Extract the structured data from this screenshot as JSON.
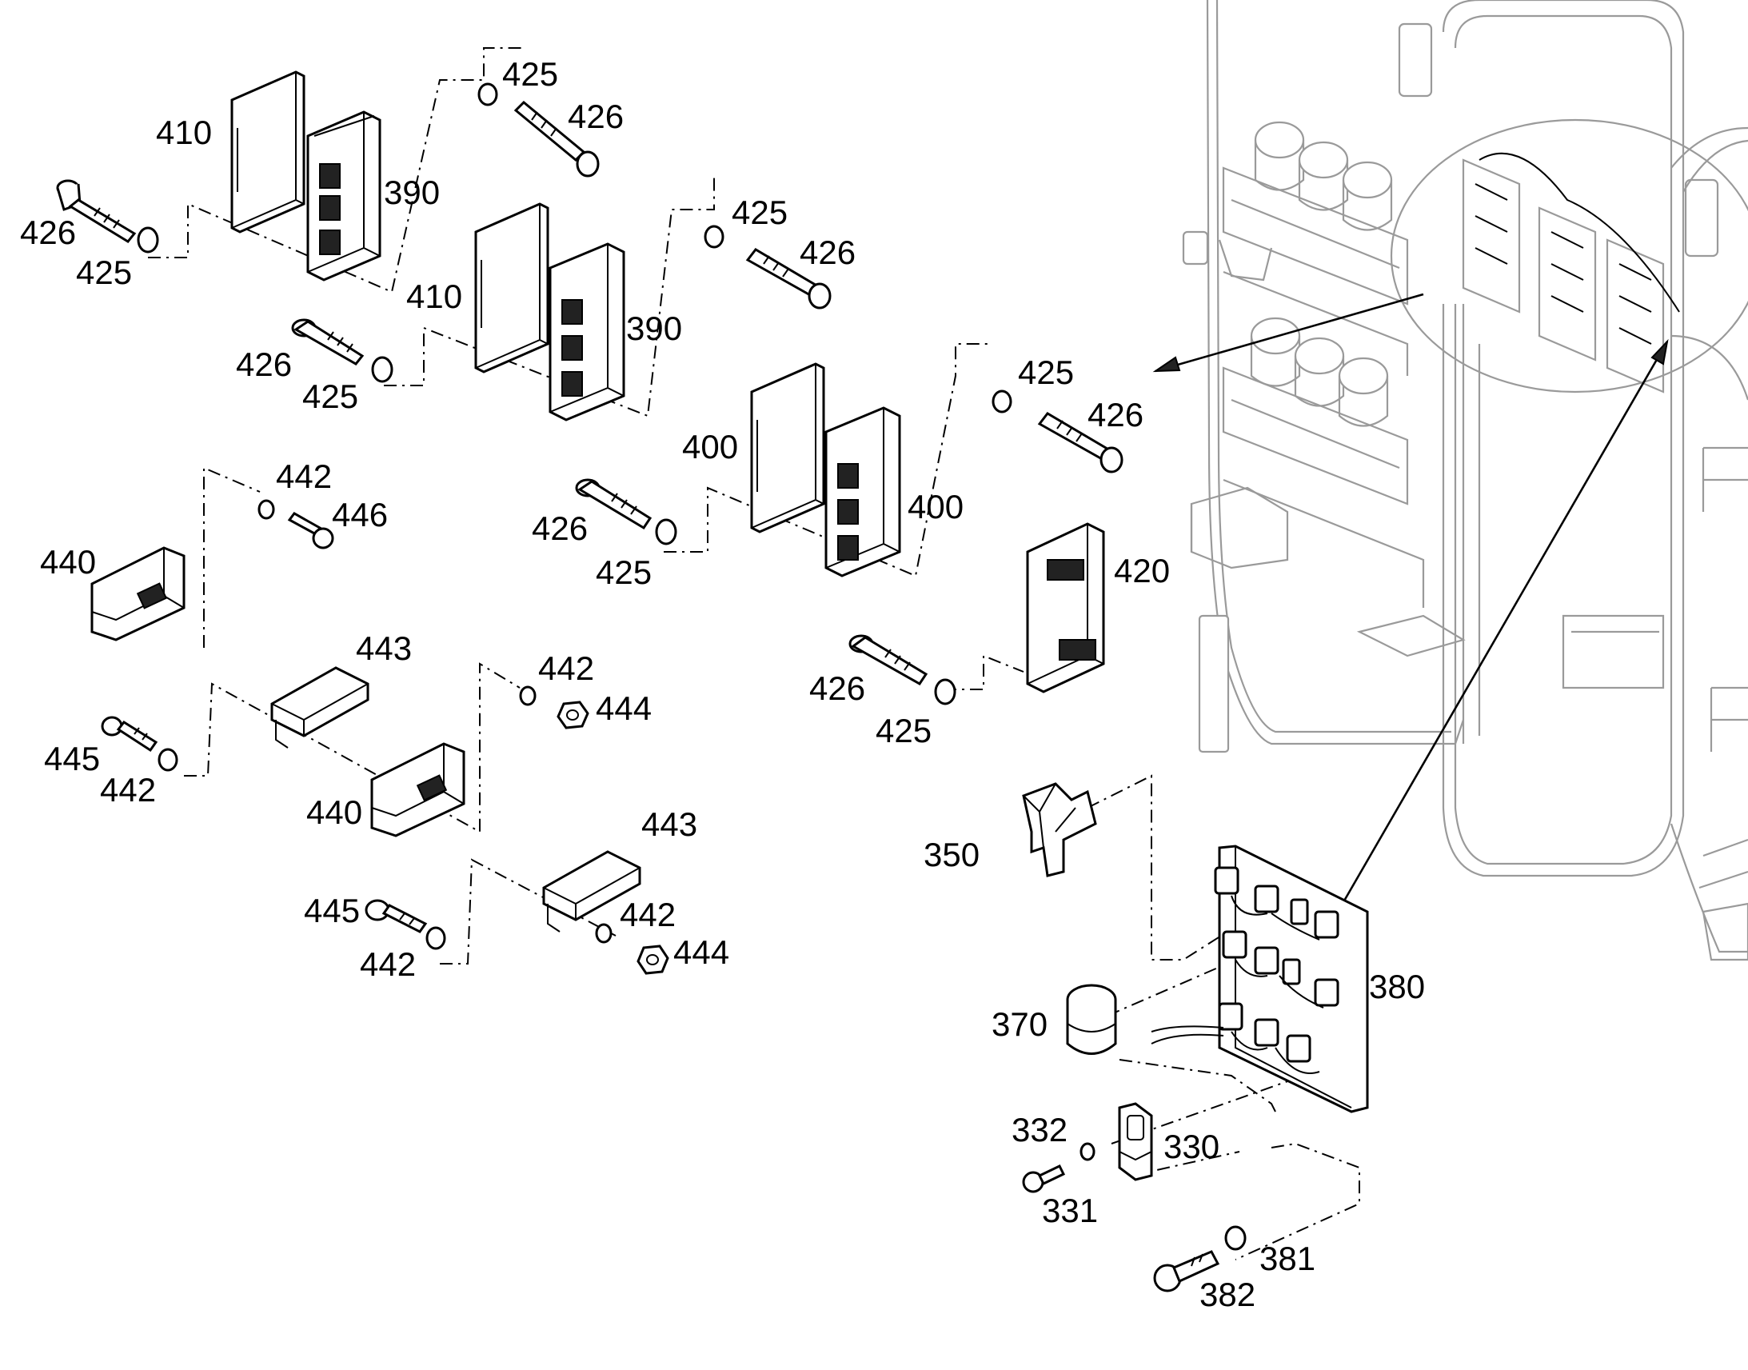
{
  "diagram": {
    "labels": {
      "l410a": "410",
      "l390a": "390",
      "l426a": "426",
      "l425a": "425",
      "l425b": "425",
      "l426b": "426",
      "l410b": "410",
      "l390b": "390",
      "l426c": "426",
      "l425c": "425",
      "l425d": "425",
      "l426d": "426",
      "l400a": "400",
      "l400b": "400",
      "l426e": "426",
      "l425e": "425",
      "l425f": "425",
      "l426f": "426",
      "l420": "420",
      "l426g": "426",
      "l425g": "425",
      "l440a": "440",
      "l442a": "442",
      "l446": "446",
      "l443a": "443",
      "l442b": "442",
      "l444a": "444",
      "l445a": "445",
      "l442c": "442",
      "l440b": "440",
      "l443b": "443",
      "l445b": "445",
      "l442d": "442",
      "l442e": "442",
      "l444b": "444",
      "l350": "350",
      "l380": "380",
      "l370": "370",
      "l332": "332",
      "l330": "330",
      "l331": "331",
      "l381": "381",
      "l382": "382"
    }
  }
}
